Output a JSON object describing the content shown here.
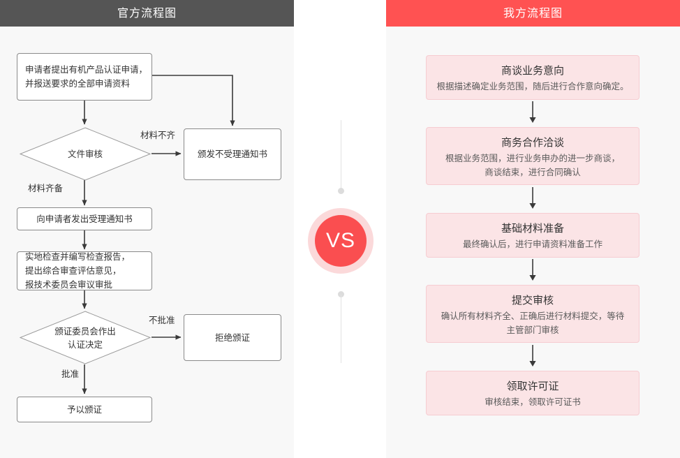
{
  "left_panel": {
    "header_title": "官方流程图",
    "header_color": "#555555",
    "nodes": {
      "apply": "申请者提出有机产品认证申请，\n并报送要求的全部申请资料",
      "doc_review": "文件审核",
      "reject_notice": "颁发不受理通知书",
      "accept_notice": "向申请者发出受理通知书",
      "inspection": "实地检查并编写检查报告，\n提出综合审查评估意见，\n报技术委员会审议审批",
      "decision": "颁证委员会作出\n认证决定",
      "refuse_cert": "拒绝颁证",
      "grant_cert": "予以颁证"
    },
    "edge_labels": {
      "materials_incomplete": "材料不齐",
      "materials_complete": "材料齐备",
      "not_approved": "不批准",
      "approved": "批准"
    }
  },
  "vs_badge": {
    "text": "VS",
    "ring_color": "#fbd9da",
    "circle_color": "#fa4e50"
  },
  "right_panel": {
    "header_title": "我方流程图",
    "header_color": "#ff5252",
    "box_bg": "#fbe4e6",
    "box_border": "#f6ccd1",
    "steps": [
      {
        "title": "商谈业务意向",
        "desc": "根据描述确定业务范围，随后进行合作意向确定。"
      },
      {
        "title": "商务合作洽谈",
        "desc": "根据业务范围，进行业务申办的进一步商谈，\n商谈结束，进行合同确认"
      },
      {
        "title": "基础材料准备",
        "desc": "最终确认后，进行申请资料准备工作"
      },
      {
        "title": "提交审核",
        "desc": "确认所有材料齐全、正确后进行材料提交，等待\n主管部门审核"
      },
      {
        "title": "领取许可证",
        "desc": "审核结束，领取许可证书"
      }
    ]
  }
}
